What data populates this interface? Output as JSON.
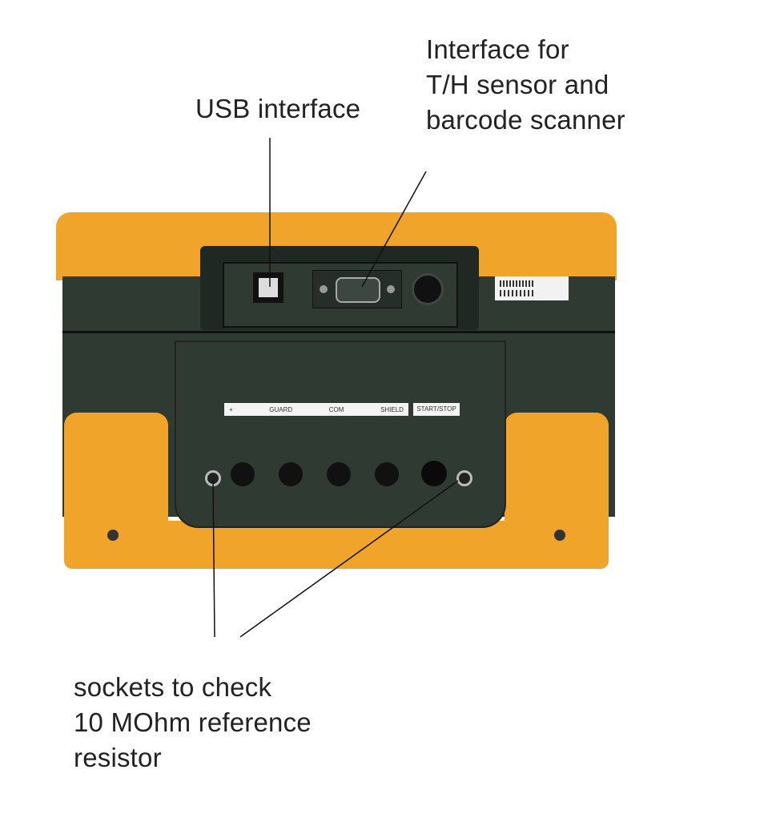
{
  "annotations": {
    "usb": {
      "lines": [
        "USB interface"
      ]
    },
    "th_sensor": {
      "lines": [
        "Interface for",
        "T/H sensor and",
        "barcode scanner"
      ]
    },
    "reference": {
      "lines": [
        "sockets to check",
        "10 MOhm reference",
        "resistor"
      ]
    }
  },
  "device": {
    "panel_labels": [
      "+",
      "GUARD",
      "COM",
      "SHIELD",
      "START/STOP"
    ],
    "colors": {
      "housing": "#f0a52a",
      "body": "#2f3a33",
      "text": "#222222"
    }
  }
}
